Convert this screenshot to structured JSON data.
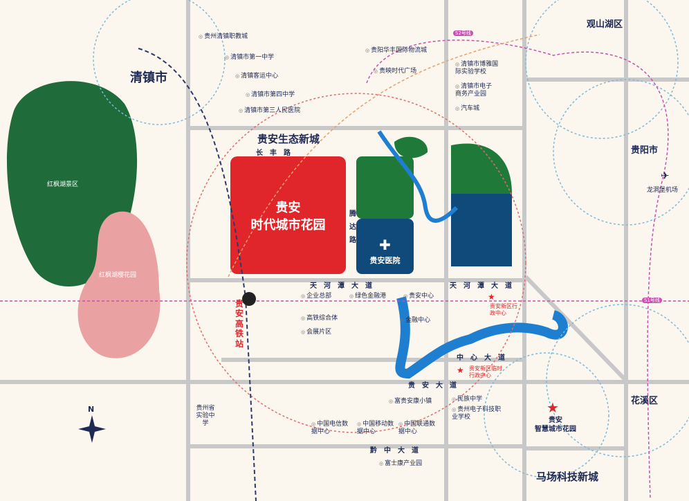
{
  "districts": {
    "qingzhen": "清镇市",
    "guanshanhu": "观山湖区",
    "guiyang": "贵阳市",
    "huaxi": "花溪区",
    "machang": "马场科技新城",
    "guian_eco": "贵安生态新城"
  },
  "scenic": {
    "hongfenghu": "红枫湖景区",
    "sakura": "红枫湖樱花园"
  },
  "poi_north": [
    "贵州清镇职教城",
    "清镇市第一中学",
    "清镇客运中心",
    "清镇市第四中学",
    "清镇市第三人民医院",
    "贵阳华丰国际物流城",
    "贵映时代广场"
  ],
  "poi_ne": [
    "清镇市博雅国际实验学校",
    "清镇市电子商务产业园",
    "汽车城"
  ],
  "airport": "龙洞堡机场",
  "roads": {
    "changfeng": "长丰路",
    "tenda": "腾达路",
    "tianhetan": "天河潭大道",
    "tianhetan2": "天河潭大道",
    "zhongxin": "中心大道",
    "guian": "贵安大道",
    "qianzhong": "黔中大道"
  },
  "project": {
    "line1": "贵安",
    "line2": "时代城市花园"
  },
  "hospital": "贵安医院",
  "station": "贵安高铁站",
  "poi_center": [
    "企业总部",
    "绿色金融港",
    "贵安中心",
    "高铁综合体",
    "会展片区",
    "金融中心"
  ],
  "admin": {
    "main": "贵安新区行政中心",
    "temp": "贵安新区临时行政中心"
  },
  "poi_south": [
    "富贵安康小镇",
    "中国电信数据中心",
    "中国移动数据中心",
    "中国联通数据中心",
    "富士康产业园",
    "民族中学",
    "贵州电子科技职业学校",
    "贵州省实验中学"
  ],
  "smart": {
    "line1": "贵安",
    "line2": "智慧城市花园"
  },
  "compass": "N",
  "badges": {
    "s2": "S2号线",
    "s1": "S1号线"
  },
  "colors": {
    "project": "#e0262a",
    "park": "#1f7a3a",
    "hospital": "#0f4a7a",
    "water": "#1e7fd0",
    "ring": "#e46a6a",
    "metro": "#c94fb0"
  }
}
